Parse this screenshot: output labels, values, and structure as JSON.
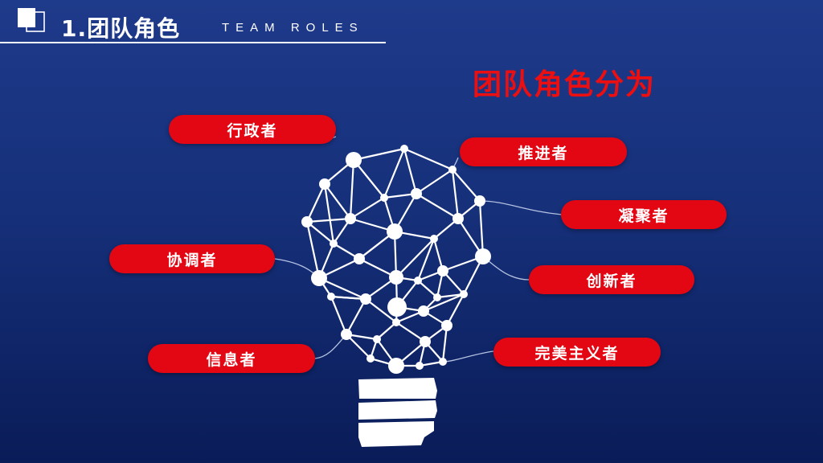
{
  "header": {
    "title": "1.团队角色",
    "subtitle": "TEAM ROLES"
  },
  "main": {
    "title": "团队角色分为"
  },
  "roles": [
    {
      "label": "行政者"
    },
    {
      "label": "推进者"
    },
    {
      "label": "凝聚者"
    },
    {
      "label": "协调者"
    },
    {
      "label": "创新者"
    },
    {
      "label": "信息者"
    },
    {
      "label": "完美主义者"
    }
  ],
  "colors": {
    "background_top": "#1e3a8a",
    "background_bottom": "#0a1c58",
    "accent_red": "#e30613",
    "title_red": "#ec0f12",
    "network": "#ffffff"
  },
  "icons": {
    "header_logo": "overlapping-squares-icon",
    "illustration": "network-lightbulb-illustration"
  }
}
